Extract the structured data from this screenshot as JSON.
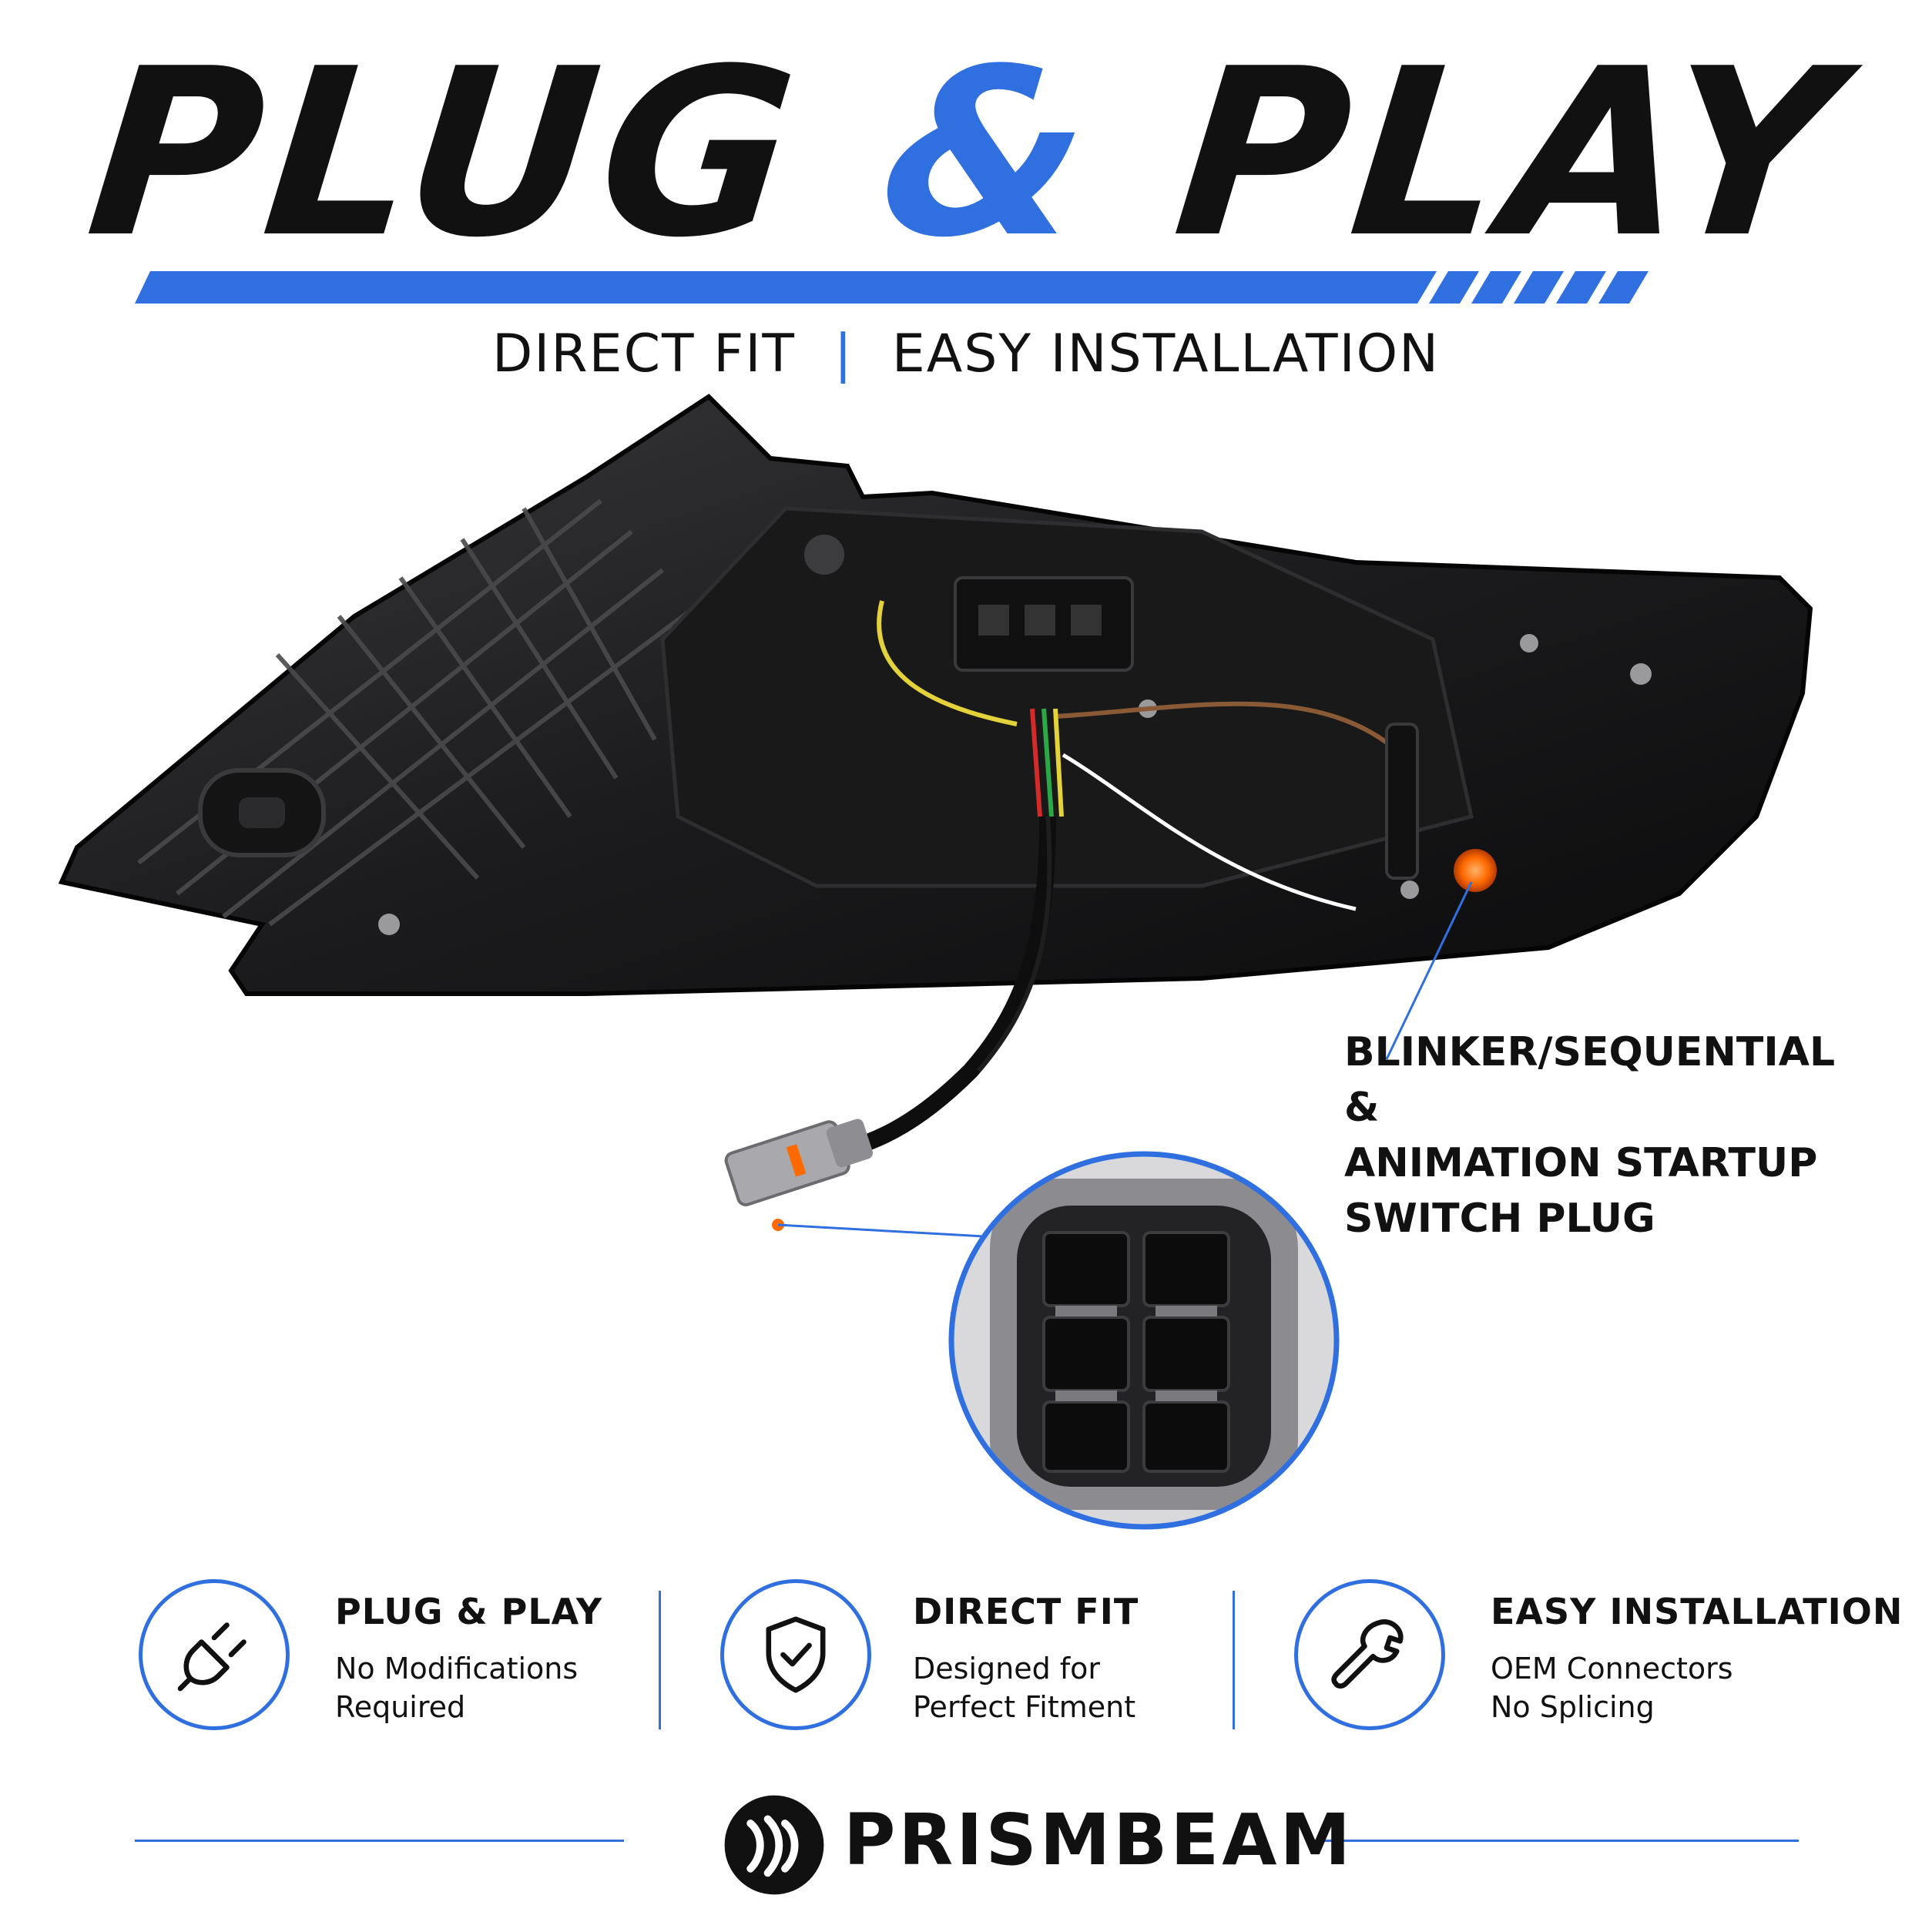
{
  "header": {
    "title_part1": "PLUG",
    "title_amp": "&",
    "title_part2": "PLAY",
    "subtitle_left": "DIRECT FIT",
    "subtitle_sep": "|",
    "subtitle_right": "EASY INSTALLATION"
  },
  "callout": {
    "line1": "BLINKER/SEQUENTIAL &",
    "line2": "ANIMATION STARTUP",
    "line3": "SWITCH PLUG"
  },
  "features": [
    {
      "icon": "plug-icon",
      "title": "PLUG & PLAY",
      "desc_line1": "No Modifications",
      "desc_line2": "Required"
    },
    {
      "icon": "shield-check-icon",
      "title": "DIRECT FIT",
      "desc_line1": "Designed for",
      "desc_line2": "Perfect Fitment"
    },
    {
      "icon": "wrench-icon",
      "title": "EASY INSTALLATION",
      "desc_line1": "OEM Connectors",
      "desc_line2": "No Splicing"
    }
  ],
  "brand": {
    "name": "PRISMBEAM"
  },
  "colors": {
    "accent": "#2f6fe0",
    "text": "#111111",
    "background": "#ffffff",
    "led": "#ff6a00"
  }
}
